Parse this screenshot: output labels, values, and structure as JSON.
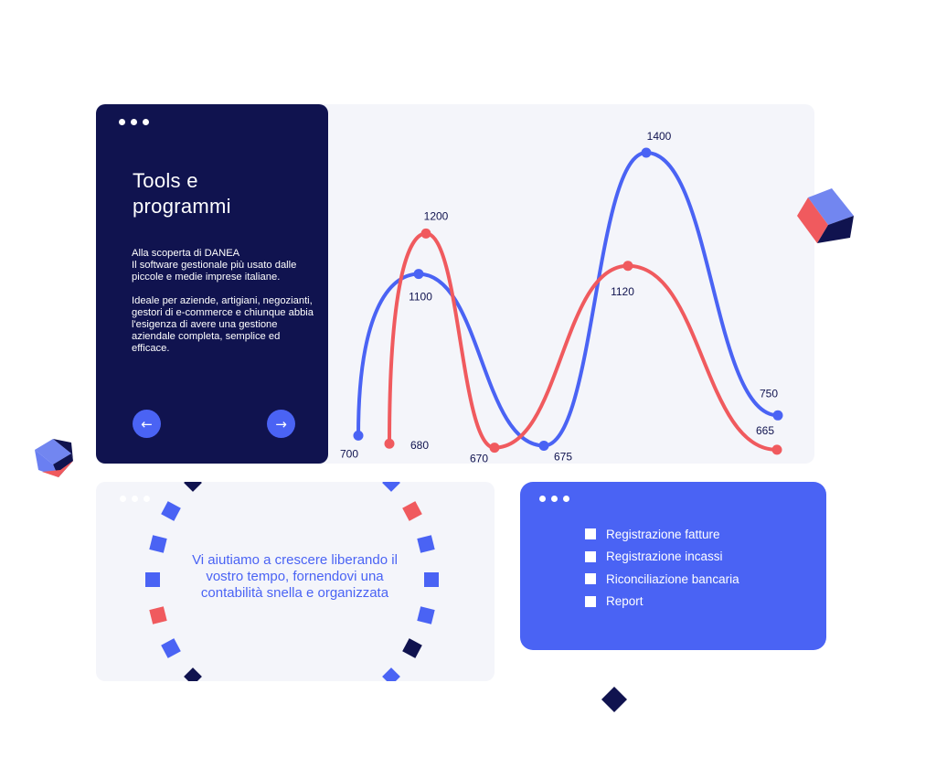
{
  "intro_card": {
    "title_line1": "Tools e",
    "title_line2": "programmi",
    "para1": "Alla scoperta di DANEA\nIl software gestionale più usato dalle piccole e medie imprese italiane.",
    "para2": "Ideale per aziende, artigiani, negozianti, gestori di e-commerce e chiunque abbia l'esigenza di avere una gestione aziendale completa, semplice ed efficace.",
    "prev_icon": "arrow-left-icon",
    "next_icon": "arrow-right-icon"
  },
  "quote_card": {
    "text": "Vi aiutiamo a crescere liberando il vostro tempo, fornendovi una contabilità snella e organizzata"
  },
  "features_card": {
    "items": [
      "Registrazione fatture",
      "Registrazione incassi",
      "Riconciliazione bancaria",
      "Report"
    ]
  },
  "colors": {
    "navy": "#10134f",
    "blue": "#4a63f4",
    "red": "#f05a5e",
    "card_bg": "#f4f5fa"
  },
  "chart_data": {
    "type": "line",
    "series": [
      {
        "color": "#4a63f4",
        "values": [
          700,
          1100,
          675,
          1400,
          750
        ]
      },
      {
        "color": "#f05a5e",
        "values": [
          680,
          1200,
          670,
          1120,
          665
        ]
      }
    ],
    "data_labels": {
      "blue": [
        "700",
        "1100",
        "675",
        "1400",
        "750"
      ],
      "red": [
        "680",
        "1200",
        "670",
        "1120",
        "665"
      ]
    }
  }
}
